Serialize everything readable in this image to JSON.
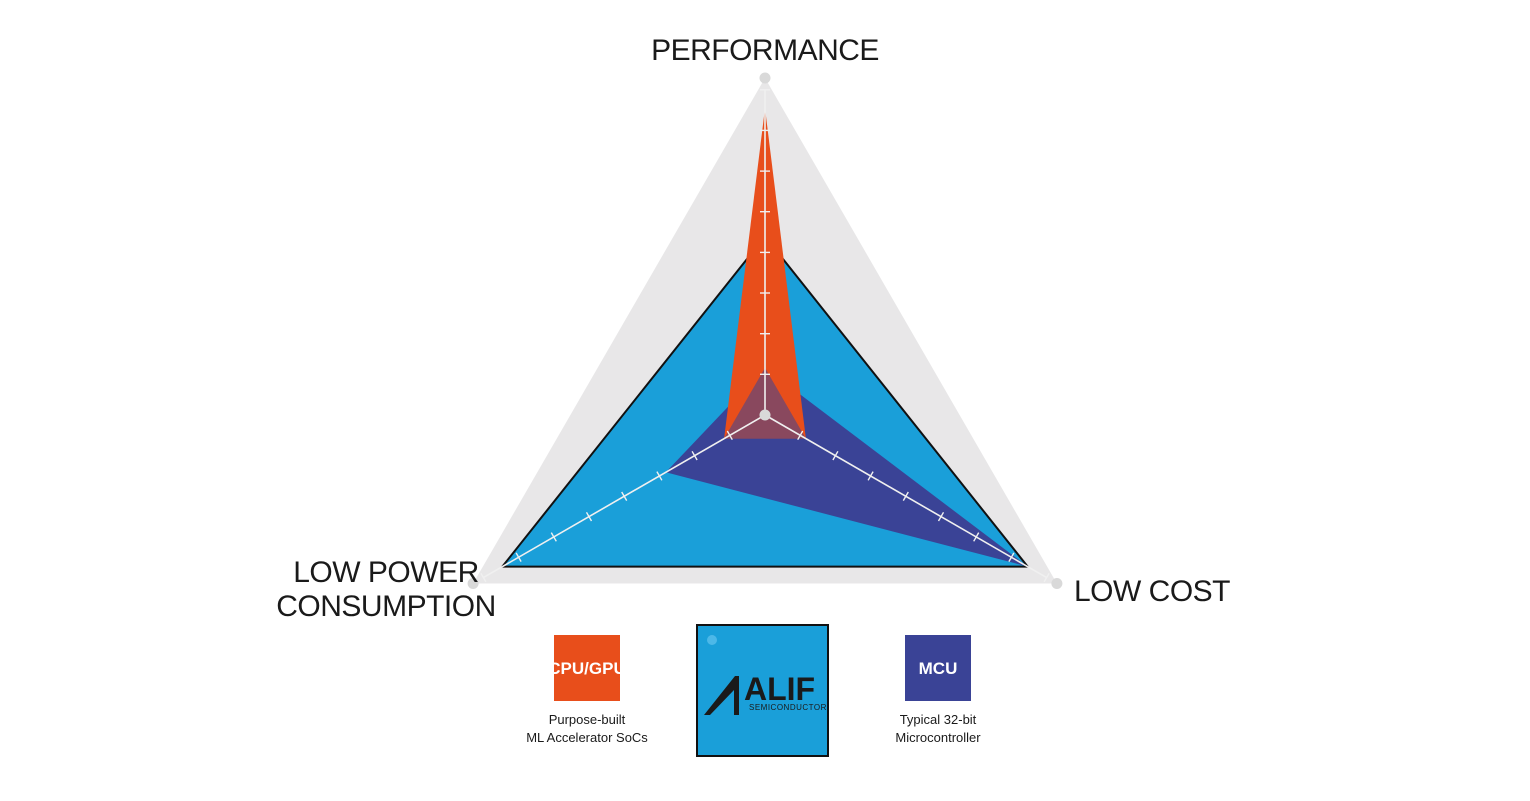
{
  "chart_data": {
    "type": "radar",
    "axes": [
      {
        "key": "performance",
        "label_lines": [
          "PERFORMANCE"
        ]
      },
      {
        "key": "low_cost",
        "label_lines": [
          "LOW COST"
        ]
      },
      {
        "key": "low_power",
        "label_lines": [
          "LOW POWER",
          "CONSUMPTION"
        ]
      }
    ],
    "scale": {
      "min": 0,
      "max": 10,
      "ticks": 8
    },
    "series": [
      {
        "key": "cpu_gpu",
        "name": "CPU/GPU",
        "caption_lines": [
          "Purpose-built",
          "ML Accelerator SoCs"
        ],
        "color": "#e84e1b",
        "values": {
          "performance": 9.1,
          "low_cost": 1.4,
          "low_power": 1.4
        }
      },
      {
        "key": "mcu",
        "name": "MCU",
        "caption_lines": [
          "Typical 32-bit",
          "Microcontroller"
        ],
        "color": "#3a4396",
        "values": {
          "performance": 1.4,
          "low_cost": 9.0,
          "low_power": 3.4
        }
      },
      {
        "key": "alif",
        "name": "ALIF",
        "logo_subtext": "SEMICONDUCTOR",
        "color": "#1a9fd9",
        "values": {
          "performance": 5.3,
          "low_cost": 9.0,
          "low_power": 9.0
        }
      }
    ],
    "background_color": "#e8e7e8",
    "title": "",
    "legend": "bottom"
  }
}
